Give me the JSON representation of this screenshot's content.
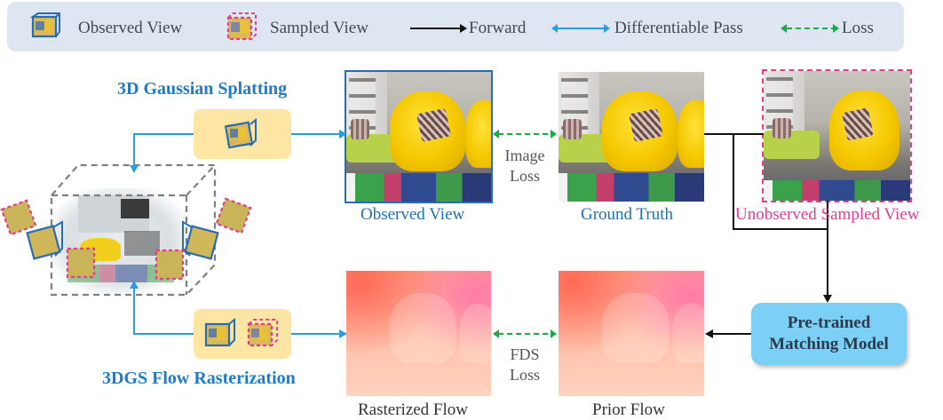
{
  "legend": {
    "observed_view": "Observed View",
    "sampled_view": "Sampled View",
    "forward": "Forward",
    "differentiable_pass": "Differentiable Pass",
    "loss": "Loss"
  },
  "titles": {
    "gaussian_splatting": "3D Gaussian Splatting",
    "flow_rasterization": "3DGS Flow Rasterization"
  },
  "captions": {
    "observed_view": "Observed View",
    "ground_truth": "Ground Truth",
    "unobserved_sampled_view": "Unobserved Sampled View",
    "rasterized_flow": "Rasterized Flow",
    "prior_flow": "Prior Flow"
  },
  "losses": {
    "image_loss": [
      "Image",
      "Loss"
    ],
    "fds_loss": [
      "FDS",
      "Loss"
    ]
  },
  "matching_model": [
    "Pre-trained",
    "Matching Model"
  ],
  "colors": {
    "observed_blue": "#2b6cb0",
    "sampled_pink": "#e0408a",
    "forward_black": "#111111",
    "diff_pass_blue": "#2e9be0",
    "loss_green": "#1faa4a",
    "title_blue": "#1f7bc8",
    "caption_blue": "#1f6fb5",
    "caption_pink": "#e0408a"
  },
  "icons": [
    "observed-camera-icon",
    "sampled-camera-icon"
  ]
}
